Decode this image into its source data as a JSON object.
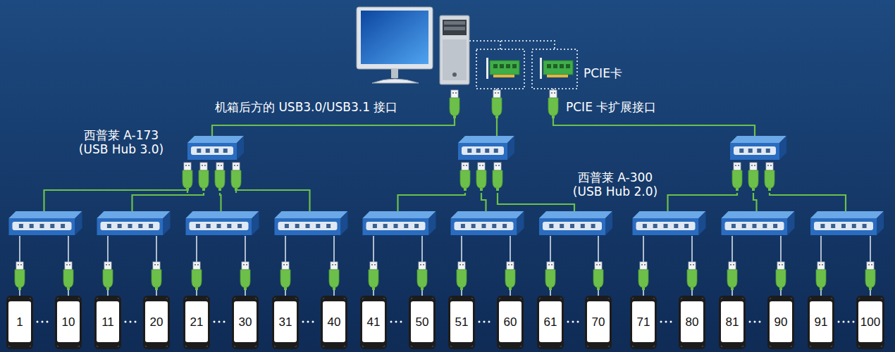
{
  "diagram": {
    "nodes": [
      {
        "text": [
          "西普莱 A-173 (USB Hub 3.0)"
        ]
      },
      {
        "text": [
          "1"
        ]
      },
      {
        "text": [
          "10"
        ]
      },
      {
        "text": [
          "11"
        ]
      },
      {
        "text": [
          "20"
        ]
      },
      {
        "text": [
          "21"
        ]
      },
      {
        "text": [
          "30"
        ]
      },
      {
        "text": [
          "31"
        ]
      },
      {
        "text": [
          "40"
        ]
      },
      {
        "text": [
          "41"
        ]
      },
      {
        "text": [
          "50"
        ]
      },
      {
        "text": [
          "51"
        ]
      },
      {
        "text": [
          "60"
        ]
      },
      {
        "text": [
          "61"
        ]
      },
      {
        "text": [
          "70"
        ]
      },
      {
        "text": [
          "71"
        ]
      },
      {
        "text": [
          "80"
        ]
      },
      {
        "text": [
          "81"
        ]
      },
      {
        "text": [
          "90"
        ]
      },
      {
        "text": [
          "91"
        ]
      },
      {
        "text": [
          "100"
        ]
      }
    ],
    "labels": [
      "PCIE卡",
      "机箱后方的 USB3.0/USB3.1 接口",
      "PCIE 卡扩展接口",
      "西普莱 A-300 (USB Hub 2.0)"
    ]
  }
}
